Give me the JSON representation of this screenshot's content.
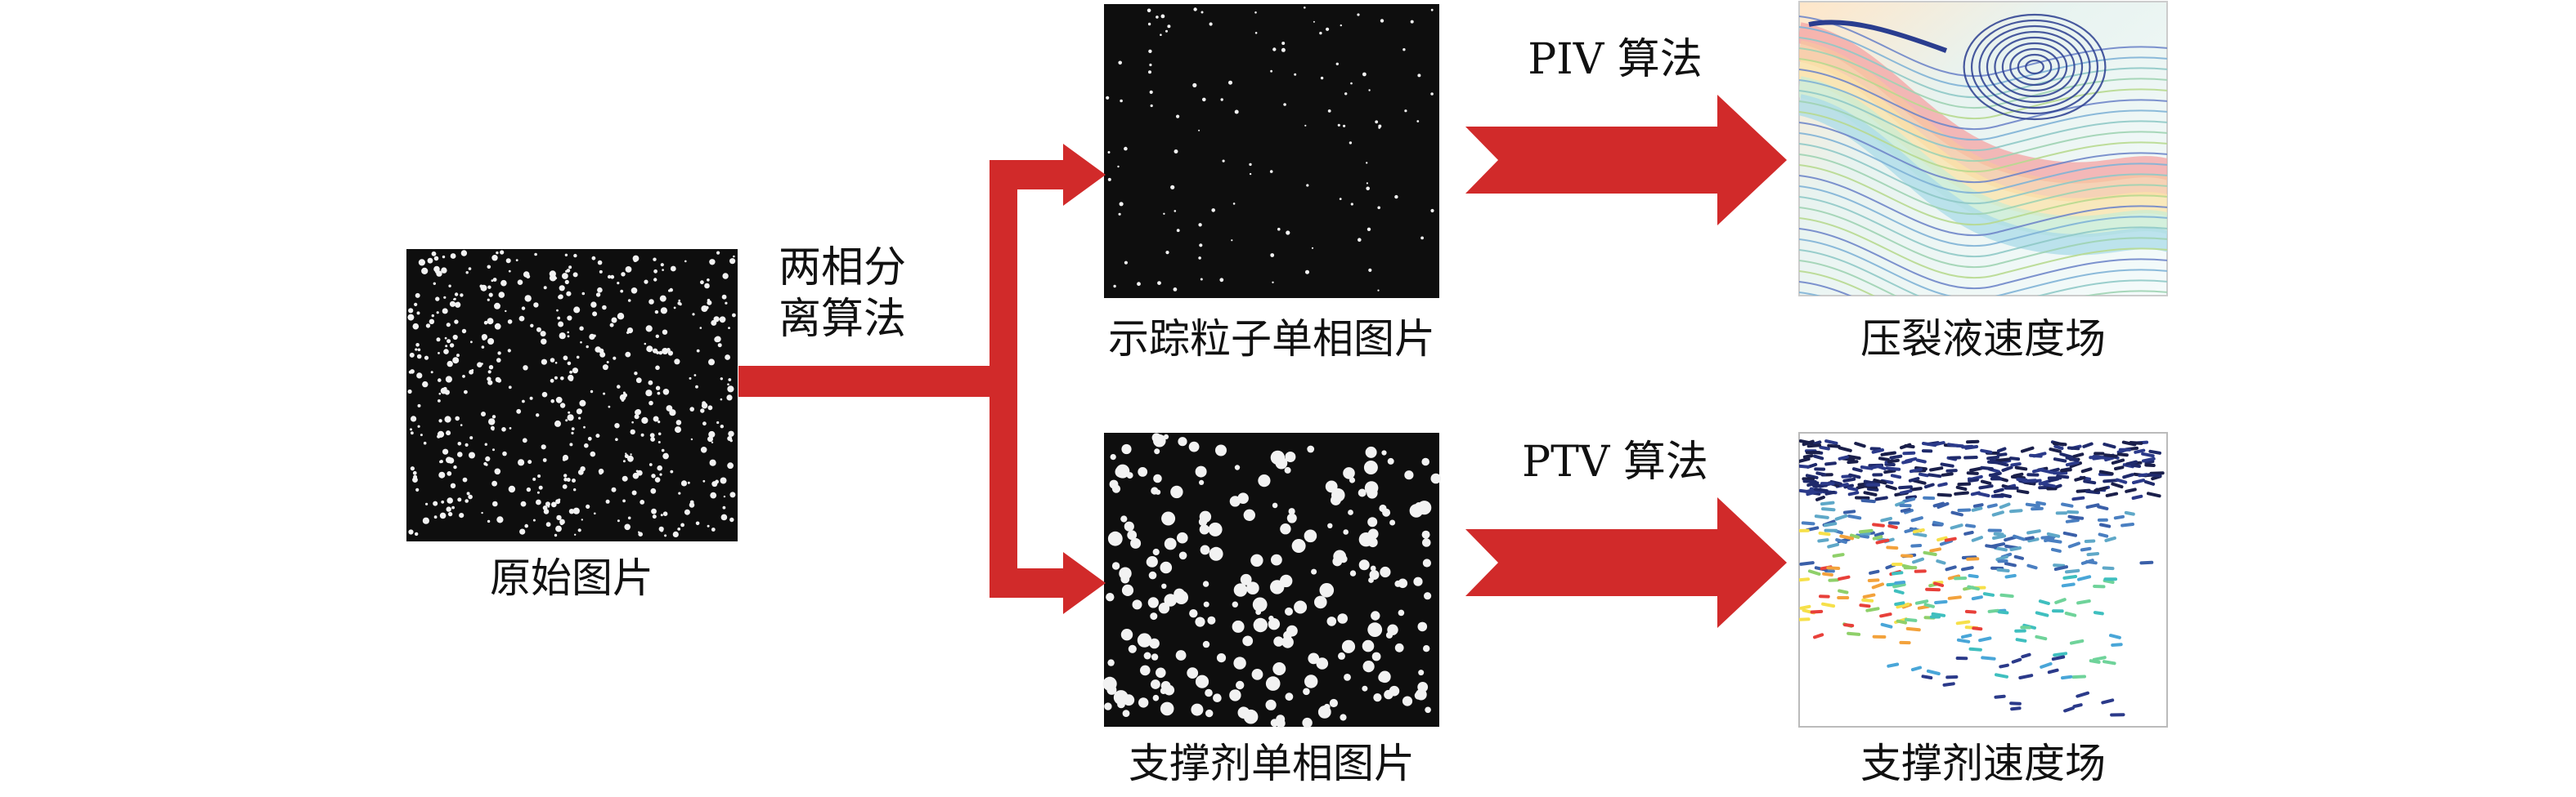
{
  "panels": {
    "raw": {
      "caption": "原始图片"
    },
    "tracer": {
      "caption": "示踪粒子单相图片"
    },
    "proppant": {
      "caption": "支撑剂单相图片"
    },
    "fluid_field": {
      "caption": "压裂液速度场"
    },
    "proppant_field": {
      "caption": "支撑剂速度场"
    }
  },
  "steps": {
    "separation_line1": "两相分",
    "separation_line2": "离算法",
    "piv": "PIV 算法",
    "ptv": "PTV 算法"
  },
  "colors": {
    "arrow": "#d12a2a",
    "photo_bg": "#0e0e0e",
    "particle": "#f2f2f2",
    "streamline": "#2a3d8f"
  }
}
